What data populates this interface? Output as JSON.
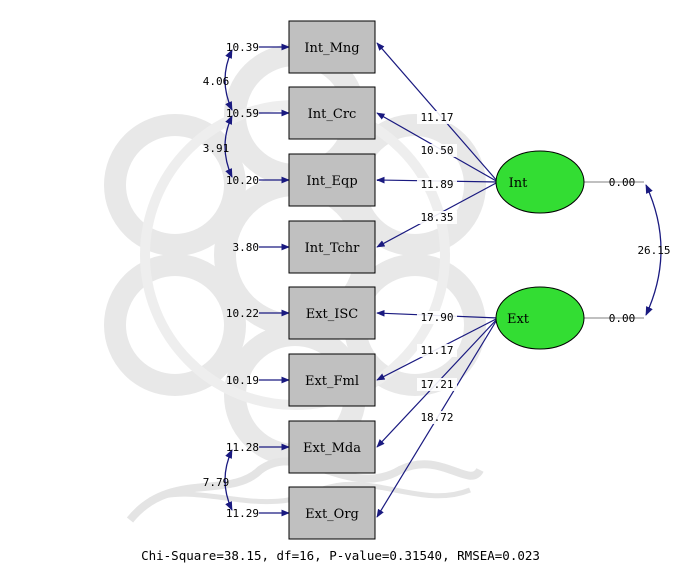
{
  "diagram": {
    "observed": [
      {
        "label": "Int_Mng",
        "error": "10.39"
      },
      {
        "label": "Int_Crc",
        "error": "10.59"
      },
      {
        "label": "Int_Eqp",
        "error": "10.20"
      },
      {
        "label": "Int_Tchr",
        "error": "3.80"
      },
      {
        "label": "Ext_ISC",
        "error": "10.22"
      },
      {
        "label": "Ext_Fml",
        "error": "10.19"
      },
      {
        "label": "Ext_Mda",
        "error": "11.28"
      },
      {
        "label": "Ext_Org",
        "error": "11.29"
      }
    ],
    "latents": [
      {
        "label": "Int",
        "variance": "0.00"
      },
      {
        "label": "Ext",
        "variance": "0.00"
      }
    ],
    "loadings": [
      {
        "value": "11.17"
      },
      {
        "value": "10.50"
      },
      {
        "value": "11.89"
      },
      {
        "value": "18.35"
      },
      {
        "value": "17.90"
      },
      {
        "value": "11.17"
      },
      {
        "value": "17.21"
      },
      {
        "value": "18.72"
      }
    ],
    "error_covariances": [
      {
        "value": "4.06"
      },
      {
        "value": "3.91"
      },
      {
        "value": "7.79"
      }
    ],
    "latent_covariance": "26.15",
    "fit_statistics": "Chi-Square=38.15, df=16, P-value=0.31540, RMSEA=0.023"
  },
  "colors": {
    "box_fill": "#c0c0c0",
    "latent_fill": "#33dd33",
    "arrow": "#1a1a80",
    "watermark": "#e6e6e6"
  }
}
